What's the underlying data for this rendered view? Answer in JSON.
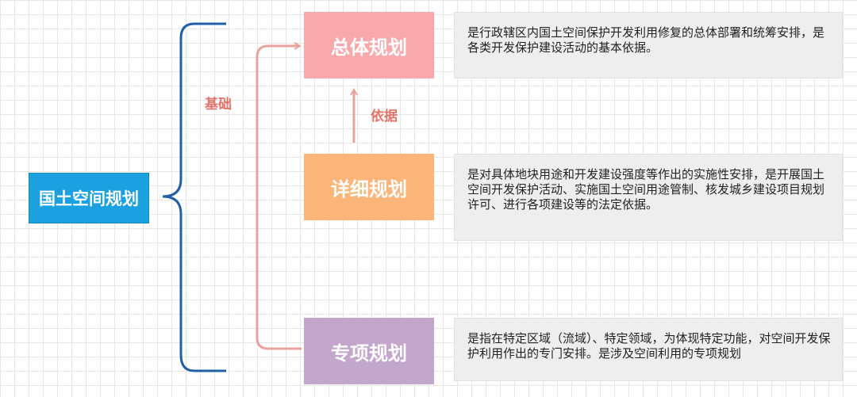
{
  "root": {
    "label": "国土空间规划"
  },
  "plans": {
    "overall": {
      "label": "总体规划",
      "desc": "是行政辖区内国土空间保护开发利用修复的总体部署和统筹安排，是各类开发保护建设活动的基本依据。"
    },
    "detailed": {
      "label": "详细规划",
      "desc": "是对具体地块用途和开发建设强度等作出的实施性安排，是开展国土空间开发保护活动、实施国土空间用途管制、核发城乡建设项目规划许可、进行各项建设等的法定依据。"
    },
    "special": {
      "label": "专项规划",
      "desc": "是指在特定区域（流域）、特定领域，为体现特定功能，对空间开发保护利用作出的专门安排。是涉及空间利用的专项规划"
    }
  },
  "edges": {
    "basis": "基础",
    "according": "依据"
  },
  "colors": {
    "root": "#1ba1e2",
    "overall": "#f9a9ac",
    "detailed": "#fbb579",
    "special": "#c3a6cc",
    "brace": "#1f5fa8",
    "arrow": "#e8a39c",
    "label": "#e2736a"
  }
}
